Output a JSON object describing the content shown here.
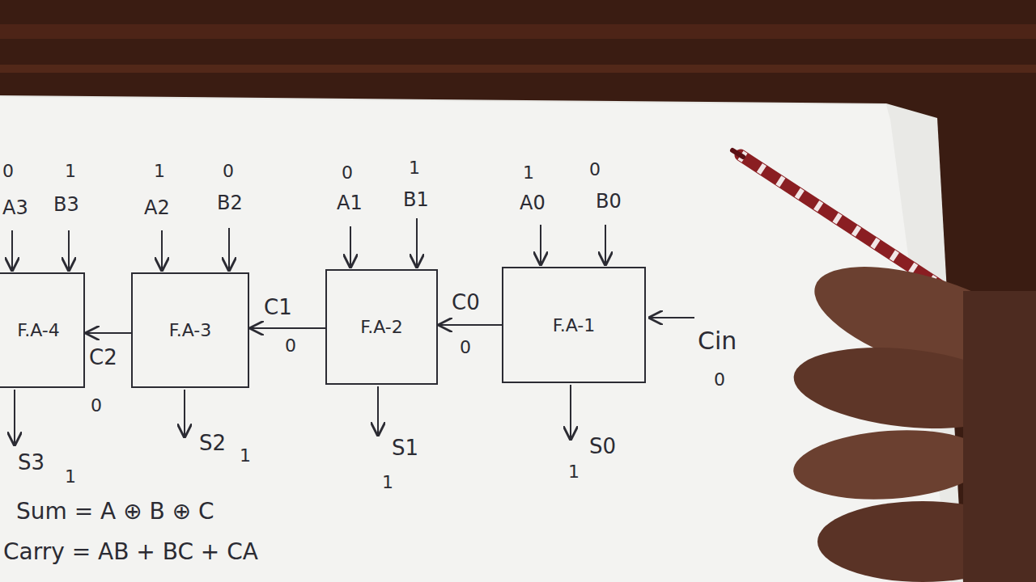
{
  "diagram": {
    "nodes": [
      {
        "text": [
          "F.A-4"
        ]
      },
      {
        "text": [
          "F.A-3"
        ]
      },
      {
        "text": [
          "F.A-2"
        ]
      },
      {
        "text": [
          "F.A-1"
        ]
      }
    ],
    "edges": [
      {
        "from": 3,
        "to": 2,
        "arrow": "to"
      },
      {
        "from": 2,
        "to": 1,
        "arrow": "to"
      },
      {
        "from": 1,
        "to": 0,
        "arrow": "to"
      }
    ],
    "labels": [
      "0",
      "1",
      "1",
      "0",
      "0",
      "1",
      "1",
      "0",
      "A3",
      "B3",
      "A2",
      "B2",
      "A1",
      "B1",
      "A0",
      "B0",
      "C2",
      "0",
      "C1",
      "0",
      "C0",
      "0",
      "Cin",
      "0",
      "S3",
      "1",
      "S2",
      "1",
      "S1",
      "1",
      "S0",
      "1",
      "Sum = A ⊕ B ⊕ C",
      "Carry = AB + BC + CA"
    ]
  }
}
